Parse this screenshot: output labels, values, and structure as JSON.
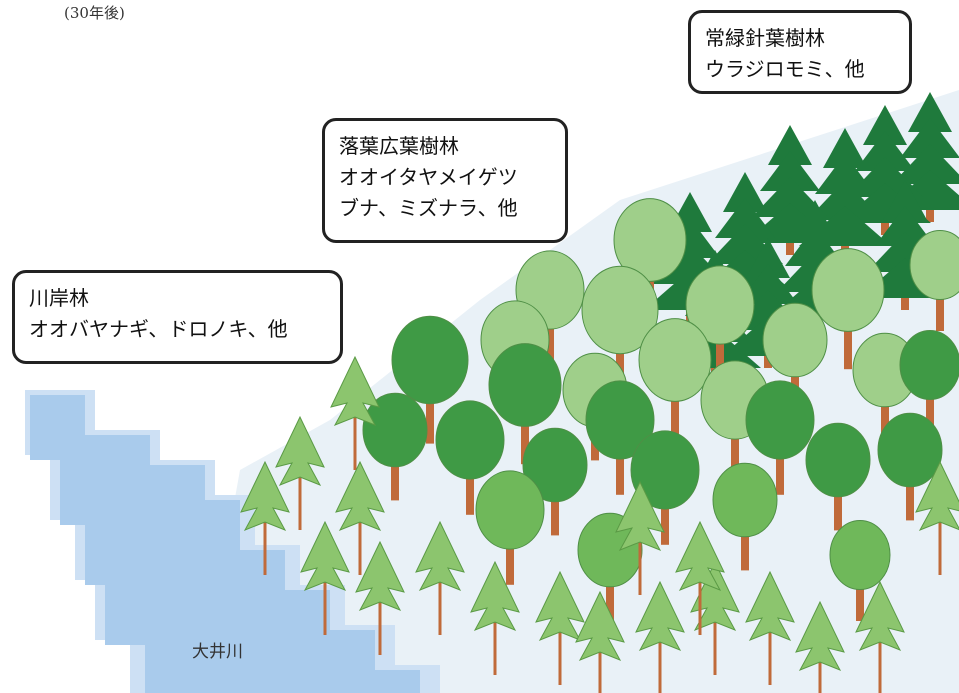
{
  "caption": "(30年後)",
  "labels": {
    "evergreen": {
      "title": "常緑針葉樹林",
      "species": "ウラジロモミ、他"
    },
    "deciduous": {
      "title": "落葉広葉樹林",
      "species_1": "オオイタヤメイゲツ",
      "species_2": "ブナ、ミズナラ、他"
    },
    "riverside": {
      "title": "川岸林",
      "species": "オオバヤナギ、ドロノキ、他"
    }
  },
  "river": {
    "name": "大井川"
  },
  "colors": {
    "water": "#a9cbec",
    "water_light": "#cde0f4",
    "ground": "#e9f1f7",
    "conifer": "#1f7a3c",
    "broadleaf_pale": "#9fcf8a",
    "broadleaf_mid": "#6fb85a",
    "broadleaf_dark": "#3f9a45",
    "trunk": "#c06a3a",
    "willow": "#8cc56e"
  }
}
